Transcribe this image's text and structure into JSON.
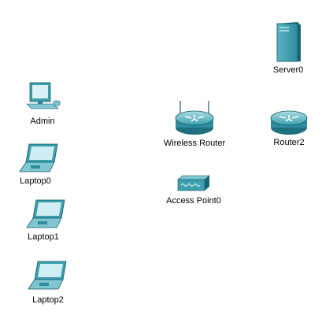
{
  "colors": {
    "teal_light": "#7fc6d2",
    "teal_mid": "#3c9fae",
    "teal_dark": "#1e6f7f",
    "outline": "#145a66"
  },
  "devices": {
    "server0": {
      "label": "Server0",
      "icon": "server-icon"
    },
    "router2": {
      "label": "Router2",
      "icon": "router-icon"
    },
    "wireless_router": {
      "label": "Wireless Router",
      "icon": "wireless-router-icon"
    },
    "access_point0": {
      "label": "Access Point0",
      "icon": "access-point-icon"
    },
    "admin": {
      "label": "Admin",
      "icon": "desktop-pc-icon"
    },
    "laptop0": {
      "label": "Laptop0",
      "icon": "laptop-icon"
    },
    "laptop1": {
      "label": "Laptop1",
      "icon": "laptop-icon"
    },
    "laptop2": {
      "label": "Laptop2",
      "icon": "laptop-icon"
    }
  }
}
